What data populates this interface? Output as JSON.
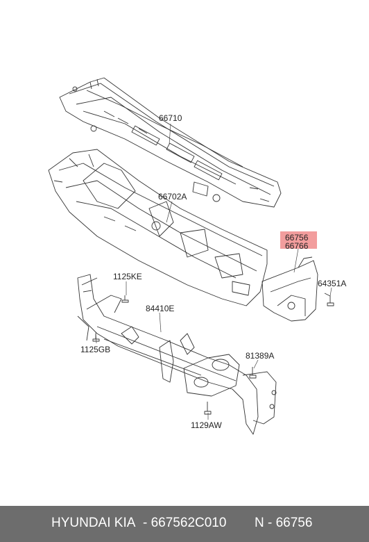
{
  "callouts": {
    "c66710": "66710",
    "c66702a": "66702A",
    "c66756": "66756",
    "c66766": "66766",
    "c64351a": "64351A",
    "c1125ke": "1125KE",
    "c84410e": "84410E",
    "c1125gb": "1125GB",
    "c81389a": "81389A",
    "c1129aw": "1129AW"
  },
  "highlight_color": "#f08c8c",
  "footer": {
    "brand": "HYUNDAI  KIA",
    "part_number": "- 667562C010",
    "ref": "N - 66756",
    "background": "#6d6d6d"
  }
}
